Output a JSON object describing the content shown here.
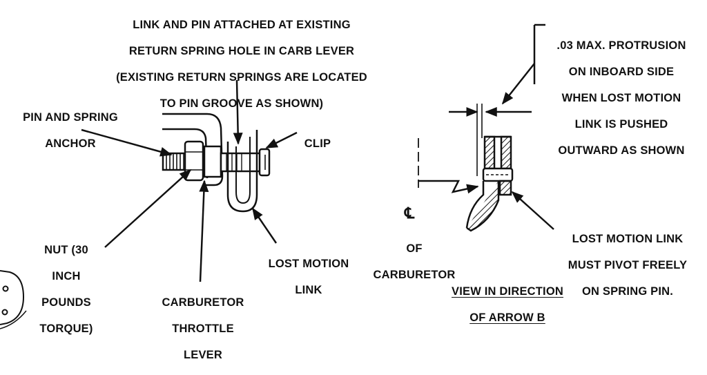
{
  "labels": {
    "link_and_pin": [
      "LINK AND PIN ATTACHED AT EXISTING",
      "RETURN SPRING HOLE IN CARB LEVER",
      "(EXISTING RETURN SPRINGS ARE LOCATED",
      "TO PIN GROOVE AS SHOWN)"
    ],
    "pin_spring_anchor": [
      "PIN AND SPRING",
      "ANCHOR"
    ],
    "clip": "CLIP",
    "nut": [
      "NUT (30",
      "INCH",
      "POUNDS",
      "TORQUE)"
    ],
    "carb_throttle_lever": [
      "CARBURETOR",
      "THROTTLE",
      "LEVER"
    ],
    "lost_motion_link": [
      "LOST MOTION",
      "LINK"
    ],
    "protrusion": [
      ".03 MAX. PROTRUSION",
      "ON INBOARD SIDE",
      "WHEN LOST MOTION",
      "LINK IS PUSHED",
      "OUTWARD AS SHOWN"
    ],
    "centerline_symbol": "℄",
    "of_carburetor": [
      "OF",
      "CARBURETOR"
    ],
    "pivot_note": [
      "LOST MOTION LINK",
      "MUST PIVOT FREELY",
      "ON SPRING PIN."
    ],
    "view_caption": [
      "VIEW IN DIRECTION",
      "OF ARROW  B"
    ]
  }
}
